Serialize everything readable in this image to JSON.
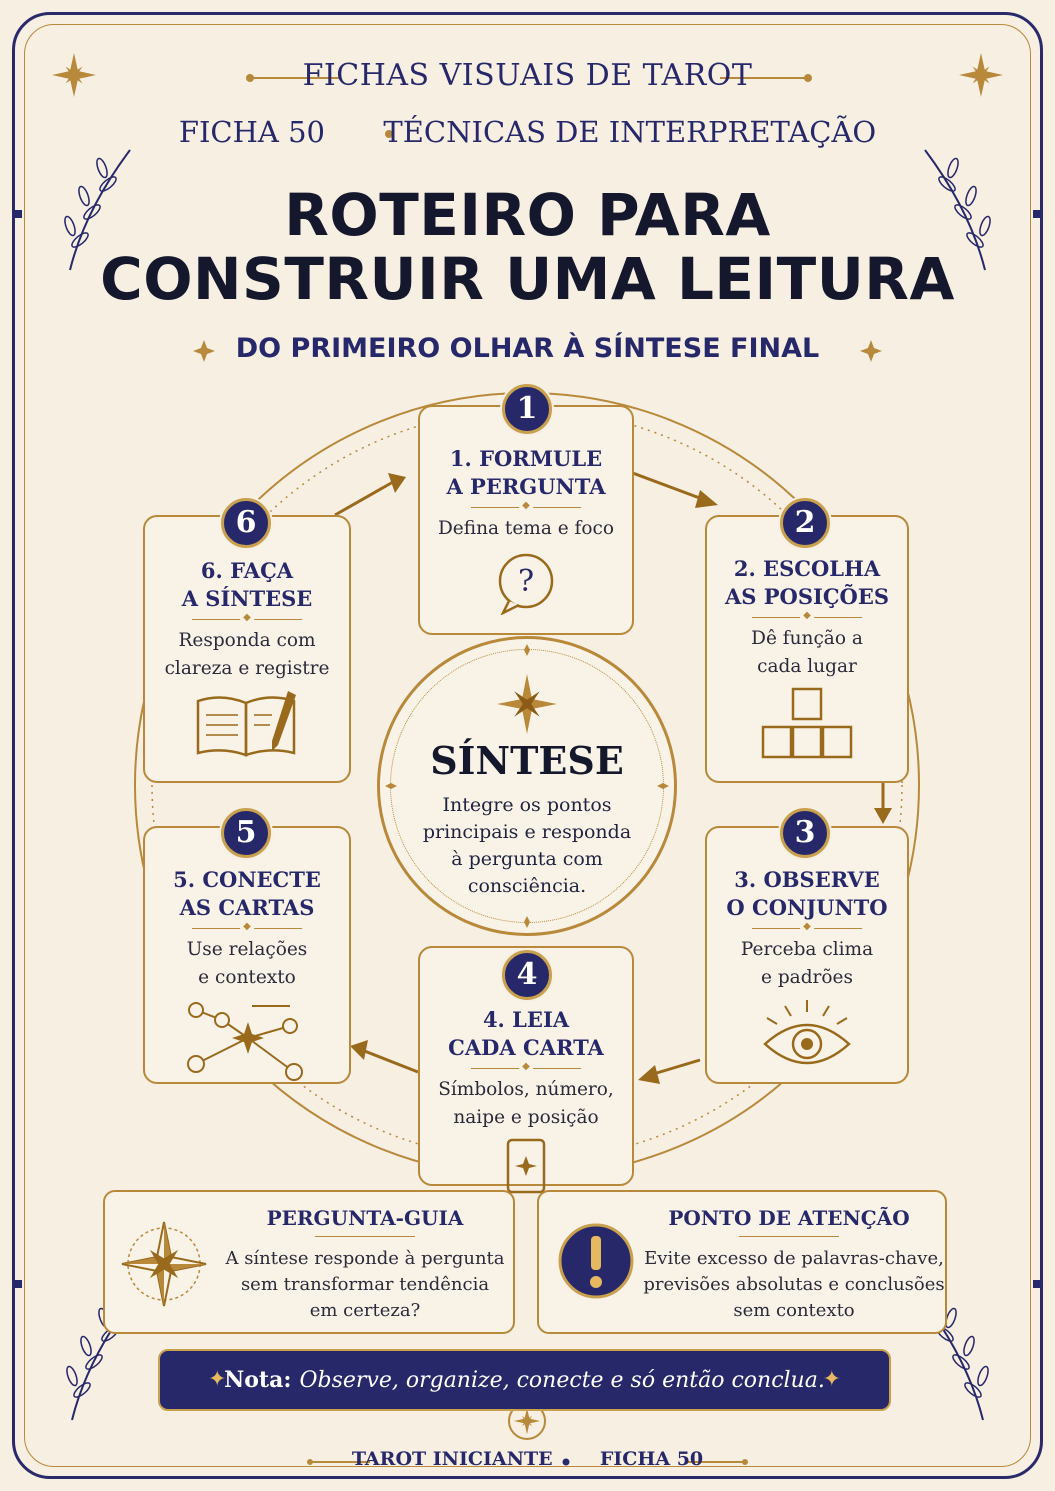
{
  "header": {
    "series": "FICHAS VISUAIS DE TAROT",
    "sheet": "FICHA 50",
    "section": "TÉCNICAS DE INTERPRETAÇÃO",
    "title_line1": "ROTEIRO PARA",
    "title_line2": "CONSTRUIR UMA LEITURA",
    "subtitle": "DO PRIMEIRO OLHAR À SÍNTESE FINAL"
  },
  "steps": [
    {
      "number": "1",
      "title": "1. FORMULE\nA PERGUNTA",
      "desc": "Defina tema e foco",
      "icon": "question-bubble-icon"
    },
    {
      "number": "2",
      "title": "2. ESCOLHA\nAS POSIÇÕES",
      "desc": "Dê função a\ncada lugar",
      "icon": "squares-icon"
    },
    {
      "number": "3",
      "title": "3. OBSERVE\nO CONJUNTO",
      "desc": "Perceba clima\ne padrões",
      "icon": "eye-icon"
    },
    {
      "number": "4",
      "title": "4. LEIA\nCADA CARTA",
      "desc": "Símbolos, número,\nnaipe e posição",
      "icon": "card-icon"
    },
    {
      "number": "5",
      "title": "5. CONECTE\nAS CARTAS",
      "desc": "Use relações\ne contexto",
      "icon": "constellation-icon"
    },
    {
      "number": "6",
      "title": "6. FAÇA\nA SÍNTESE",
      "desc": "Responda com\nclareza e registre",
      "icon": "book-pen-icon"
    }
  ],
  "synthesis": {
    "title": "SÍNTESE",
    "desc": "Integre os pontos\nprincipais e responda\nà pergunta com\nconsciência."
  },
  "guide": {
    "title": "PERGUNTA-GUIA",
    "desc": "A síntese responde à pergunta\nsem transformar tendência\nem certeza?"
  },
  "attention": {
    "title": "PONTO DE ATENÇÃO",
    "desc": "Evite excesso de palavras-chave,\nprevisões absolutas e conclusões\nsem contexto"
  },
  "note": {
    "label": "Nota:",
    "text": "Observe, organize, conecte e só então conclua."
  },
  "footer": {
    "left": "TAROT INICIANTE",
    "right": "FICHA 50"
  },
  "colors": {
    "navy": "#26286a",
    "gold": "#b8893a",
    "paper": "#f6efe2"
  }
}
